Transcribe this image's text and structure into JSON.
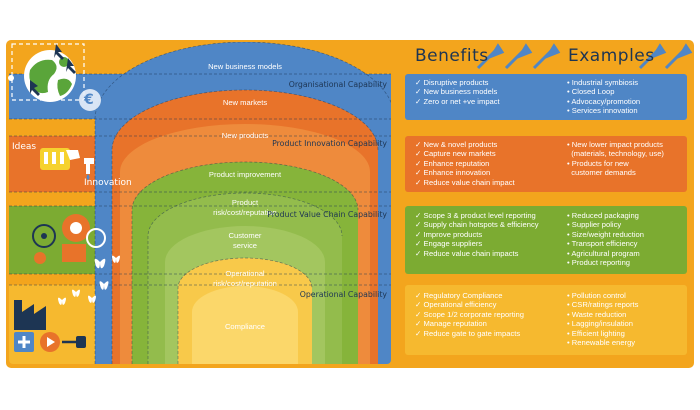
{
  "headers": {
    "benefits": "Benefits",
    "examples": "Examples"
  },
  "colors": {
    "frame": "#f3a51d",
    "blue": "#4f86c6",
    "orange": "#e8732a",
    "green": "#7cab32",
    "yellow": "#f6b92f",
    "navy": "#1d3553"
  },
  "left_labels": {
    "ideas": "Ideas",
    "innovation": "Innovation",
    "euro": "€"
  },
  "arcs": [
    {
      "label": "New business models"
    },
    {
      "label": "New markets"
    },
    {
      "label": "New products"
    },
    {
      "label": "Product improvement"
    },
    {
      "label_line1": "Product",
      "label_line2": "risk/cost/reputation"
    },
    {
      "label_line1": "Customer",
      "label_line2": "service"
    },
    {
      "label_line1": "Operational",
      "label_line2": "risk/cost/reputation"
    },
    {
      "label": "Compliance"
    }
  ],
  "bands": [
    {
      "title": "Organisational Capability",
      "benefits": [
        "Disruptive products",
        "New business models",
        "Zero or net +ve impact"
      ],
      "examples": [
        "Industrial symbiosis",
        "Closed Loop",
        "Advocacy/promotion",
        "Services innovation"
      ]
    },
    {
      "title": "Product Innovation Capability",
      "benefits": [
        "New & novel products",
        "Capture new markets",
        "Enhance reputation",
        "Enhance innovation",
        "Reduce value chain impact"
      ],
      "examples": [
        "New lower impact products",
        "(materials, technology, use)",
        "Products for new",
        "customer demands"
      ]
    },
    {
      "title": "Product Value Chain Capability",
      "benefits": [
        "Scope 3 & product level reporting",
        "Supply chain hotspots & efficiency",
        "Improve products",
        "Engage suppliers",
        "Reduce value chain impacts"
      ],
      "examples": [
        "Reduced packaging",
        "Supplier policy",
        "Size/weight reduction",
        "Transport efficiency",
        "Agricultural program",
        "Product reporting"
      ]
    },
    {
      "title": "Operational Capability",
      "benefits": [
        "Regulatory Compliance",
        "Operational efficiency",
        "Scope 1/2 corporate reporting",
        "Manage reputation",
        "Reduce gate to gate impacts"
      ],
      "examples": [
        "Pollution control",
        "CSR/ratings reports",
        "Waste reduction",
        "Lagging/insulation",
        "Efficient lighting",
        "Renewable energy"
      ]
    }
  ]
}
